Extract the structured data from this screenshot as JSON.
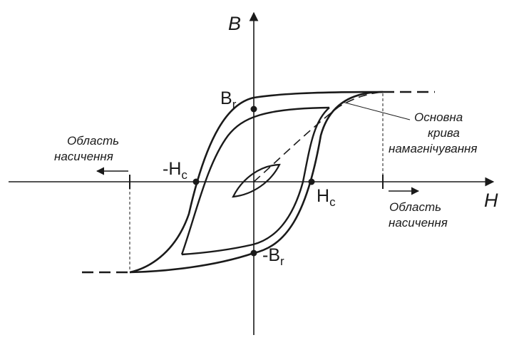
{
  "diagram": {
    "axes": {
      "x_label": "H",
      "y_label": "B"
    },
    "points": {
      "remanence_pos": {
        "main": "B",
        "sub": "r"
      },
      "remanence_neg": {
        "main": "-B",
        "sub": "r"
      },
      "coercive_pos": {
        "main": "H",
        "sub": "c"
      },
      "coercive_neg": {
        "main": "-H",
        "sub": "c"
      }
    },
    "annotations": {
      "saturation_left_line1": "Область",
      "saturation_left_line2": "насичення",
      "saturation_right_line1": "Область",
      "saturation_right_line2": "насичення",
      "main_curve_line1": "Основна",
      "main_curve_line2": "крива",
      "main_curve_line3": "намагнічування"
    },
    "colors": {
      "stroke": "#1a1a1a",
      "background": "#ffffff"
    }
  }
}
